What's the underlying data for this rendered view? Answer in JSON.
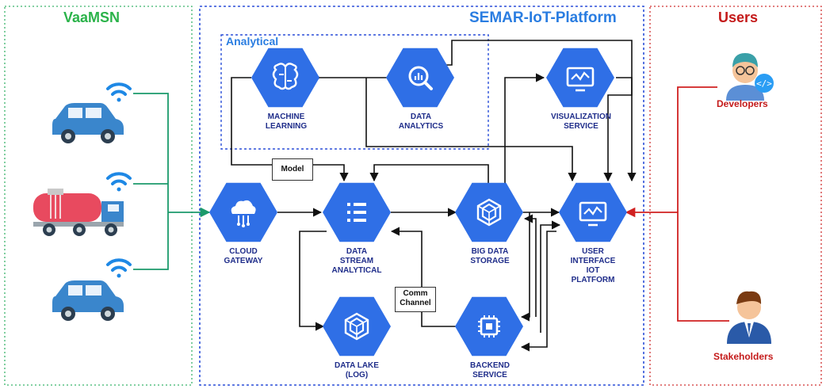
{
  "sections": {
    "left": "VaaMSN",
    "center": "SEMAR-IoT-Platform",
    "right": "Users",
    "analytical": "Analytical"
  },
  "nodes": {
    "ml": "MACHINE\nLEARNING",
    "da": "DATA\nANALYTICS",
    "vs": "VISUALIZATION\nSERVICE",
    "cg": "CLOUD\nGATEWAY",
    "dsa": "DATA\nSTREAM\nANALYTICAL",
    "bds": "BIG DATA\nSTORAGE",
    "ui": "USER\nINTERFACE\nIOT\nPLATFORM",
    "dl": "DATA LAKE\n(LOG)",
    "bs": "BACKEND\nSERVICE"
  },
  "edge_labels": {
    "model": "Model",
    "comm": "Comm\nChannel"
  },
  "users": {
    "developers": "Developers",
    "stakeholders": "Stakeholders"
  },
  "colors": {
    "hexagon": "#2f6fe6",
    "vaamsn_title": "#2bb34a",
    "platform_title": "#2a7de1",
    "users_title": "#c41a1a",
    "feed_line": "#1b9a6b",
    "user_line": "#d02020",
    "label_text": "#1f2d8a"
  },
  "icons": {
    "ml": "brain-icon",
    "da": "magnifier-chart-icon",
    "vs": "monitor-chart-icon",
    "cg": "cloud-network-icon",
    "dsa": "list-icon",
    "bds": "hexagon-layers-icon",
    "ui": "monitor-chart-icon",
    "dl": "hexagon-layers-icon",
    "bs": "chip-icon"
  }
}
